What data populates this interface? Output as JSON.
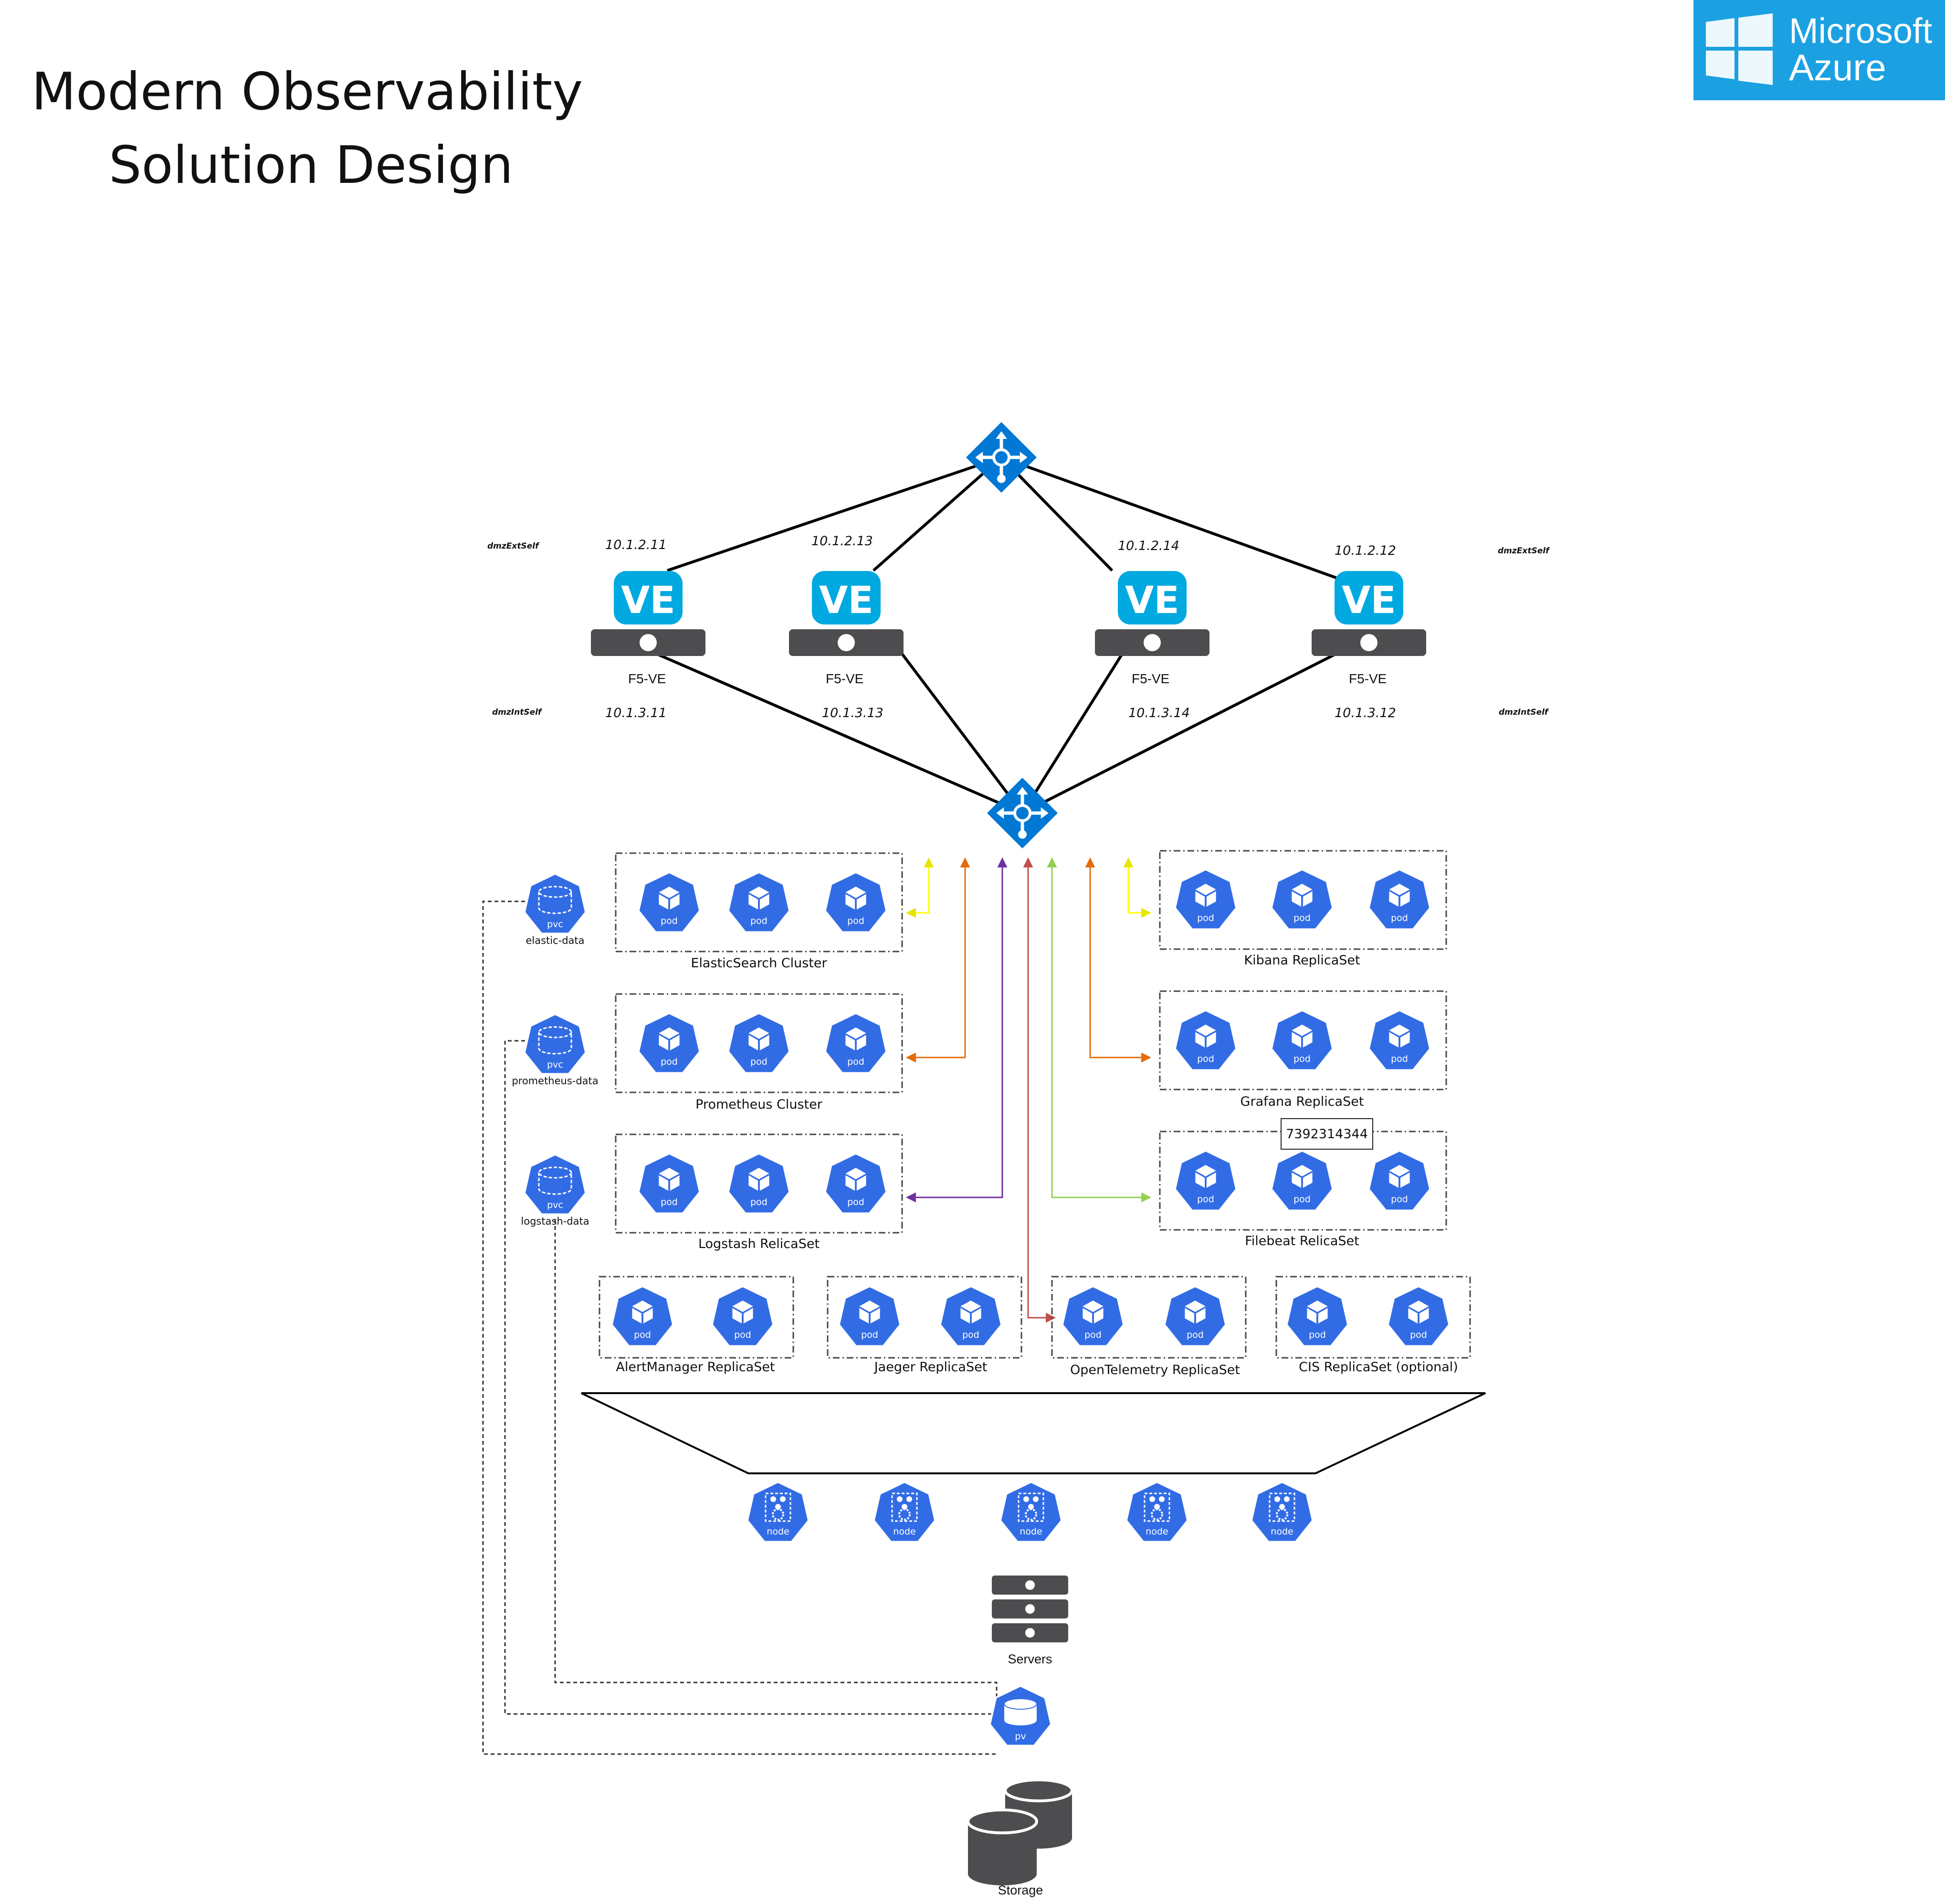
{
  "title": {
    "line1": "Modern Observability",
    "line2": "Solution Design"
  },
  "logo": {
    "line1": "Microsoft",
    "line2": "Azure",
    "color": "#1ba1e2"
  },
  "colors": {
    "k8s_blue": "#326ce5",
    "azure_blue": "#0078d4",
    "ve_blue": "#00a9e0",
    "device_gray": "#4d4d50",
    "yellow": "#ffff00",
    "orange": "#e46c0a",
    "purple": "#7030a0",
    "red": "#c0504d",
    "green": "#92d050"
  },
  "ve_badge": "VE",
  "pod_text": "pod",
  "node_text": "node",
  "pvc_text": "pvc",
  "pv_text": "pv",
  "tags": {
    "ext_left": "dmzExtSelf",
    "ext_right": "dmzExtSelf",
    "int_left": "dmzIntSelf",
    "int_right": "dmzIntSelf"
  },
  "devices": [
    {
      "label": "F5-VE",
      "ext_ip": "10.1.2.11",
      "int_ip": "10.1.3.11"
    },
    {
      "label": "F5-VE",
      "ext_ip": "10.1.2.13",
      "int_ip": "10.1.3.13"
    },
    {
      "label": "F5-VE",
      "ext_ip": "10.1.2.14",
      "int_ip": "10.1.3.14"
    },
    {
      "label": "F5-VE",
      "ext_ip": "10.1.2.12",
      "int_ip": "10.1.3.12"
    }
  ],
  "clusters": {
    "elastic": "ElasticSearch Cluster",
    "prometheus": "Prometheus Cluster",
    "logstash": "Logstash RelicaSet",
    "kibana": "Kibana ReplicaSet",
    "grafana": "Grafana ReplicaSet",
    "filebeat": "Filebeat RelicaSet",
    "alertmanager": "AlertManager ReplicaSet",
    "jaeger": "Jaeger ReplicaSet",
    "otel": "OpenTelemetry ReplicaSet",
    "cis": "CIS ReplicaSet (optional)"
  },
  "pvcs": {
    "elastic": "elastic-data",
    "prometheus": "prometheus-data",
    "logstash": "logstash-data"
  },
  "note_box": "7392314344",
  "servers_label": "Servers",
  "storage_label": "Storage"
}
